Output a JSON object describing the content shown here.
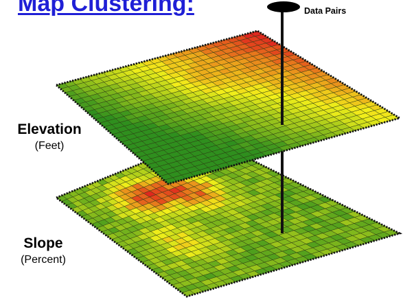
{
  "title": "Map Clustering:",
  "data_pairs_label": "Data Pairs",
  "layers": [
    {
      "name": "Elevation",
      "unit": "(Feet)"
    },
    {
      "name": "Slope",
      "unit": "(Percent)"
    }
  ],
  "colors": {
    "title": "#1f1fd6",
    "low": "#2f8f1e",
    "mid": "#f2ef1a",
    "high": "#e0281e",
    "grid_line": "#2b3a12",
    "edge": "#111111"
  }
}
